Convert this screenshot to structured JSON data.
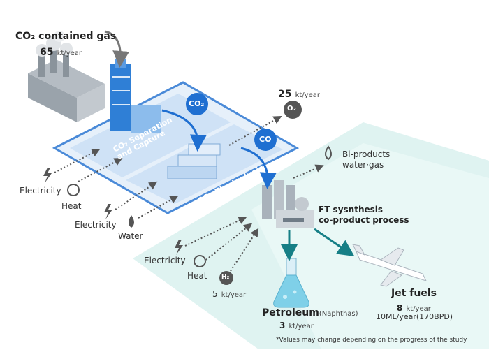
{
  "source_gas": {
    "label": "CO₂ contained gas",
    "value": "65",
    "unit": "kt/year"
  },
  "badges": {
    "co2": "CO₂",
    "co": "CO",
    "o2": "O₂",
    "h2": "H₂"
  },
  "o2_output": {
    "value": "25",
    "unit": "kt/year"
  },
  "platform_labels": {
    "capture_line1": "CO₂ Separation",
    "capture_line2": "and Capture",
    "electrolysis": "CO₂ Electrolysis"
  },
  "inputs_left": {
    "electricity": "Electricity",
    "heat": "Heat",
    "electricity2": "Electricity",
    "water": "Water"
  },
  "inputs_ft": {
    "electricity": "Electricity",
    "heat": "Heat",
    "h2_value": "5",
    "h2_unit": "kt/year"
  },
  "byproducts": {
    "line1": "Bi-products",
    "line2": "water·gas"
  },
  "ft_process": {
    "line1": "FT sysnthesis",
    "line2": "co-product process"
  },
  "petroleum": {
    "label": "Petroleum",
    "qualifier": "(Naphthas)",
    "value": "3",
    "unit": "kt/year"
  },
  "jet_fuels": {
    "label": "Jet fuels",
    "value": "8",
    "unit": "kt/year",
    "note": "10ML/year(170BPD)"
  },
  "footnote": "*Values may change depending on the progress of the study.",
  "colors": {
    "accent_blue": "#1f6fd1",
    "platform_blue": "#d7e8f8",
    "teal_bg": "#d6f0ee",
    "arrow_teal": "#167f86",
    "badge_gray": "#555555"
  }
}
